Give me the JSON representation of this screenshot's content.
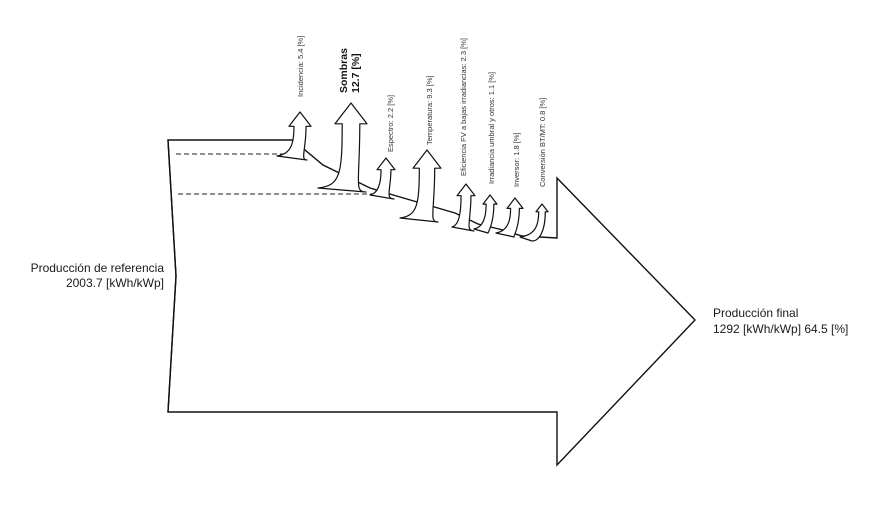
{
  "diagram": {
    "type": "sankey",
    "colors": {
      "stroke": "#111111",
      "fill": "#ffffff",
      "text": "#1a1a1a"
    },
    "input": {
      "label": "Producción de referencia",
      "value": "2003.7 [kWh/kWp]"
    },
    "output": {
      "label": "Producción final",
      "value": "1292 [kWh/kWp] 64.5 [%]"
    },
    "losses": [
      {
        "label": "Incidencia: 5.4 [%]",
        "percent": 5.4,
        "emphasis": false
      },
      {
        "label": "Sombras",
        "label2": "12.7 [%]",
        "percent": 12.7,
        "emphasis": true
      },
      {
        "label": "Espectro: 2.2 [%]",
        "percent": 2.2,
        "emphasis": false
      },
      {
        "label": "Temperatura: 9.3 [%]",
        "percent": 9.3,
        "emphasis": false
      },
      {
        "label": "Eficiencia FV a bajas irradiancias: 2.3 [%]",
        "percent": 2.3,
        "emphasis": false
      },
      {
        "label": "Irradiancia umbral y otros: 1.1 [%]",
        "percent": 1.1,
        "emphasis": false
      },
      {
        "label": "Inversor: 1.8 [%]",
        "percent": 1.8,
        "emphasis": false
      },
      {
        "label": "Conversión BT/MT: 0.8 [%]",
        "percent": 0.8,
        "emphasis": false
      }
    ]
  }
}
